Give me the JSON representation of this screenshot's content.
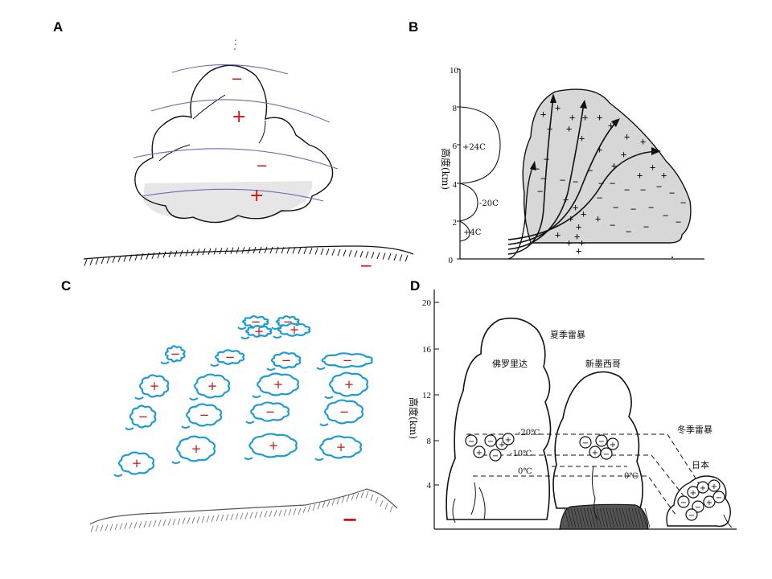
{
  "panels": {
    "a": {
      "label": "A",
      "charges": [
        "−",
        "+",
        "−",
        "+"
      ],
      "ground_charge": "−"
    },
    "b": {
      "label": "B",
      "y_axis_label": "高度(km)",
      "y_ticks": [
        "0",
        "2",
        "4",
        "6",
        "8",
        "10"
      ],
      "temps": [
        "+24C",
        "-20C",
        "+4C"
      ]
    },
    "c": {
      "label": "C",
      "ground_charge": "−"
    },
    "d": {
      "label": "D",
      "y_axis_label": "高度(km)",
      "y_ticks": [
        "4",
        "8",
        "12",
        "16",
        "20"
      ],
      "summer_label": "夏季雷暴",
      "winter_label": "冬季雷暴",
      "florida_label": "佛罗里达",
      "new_mexico_label": "新墨西哥",
      "japan_label": "日本",
      "isotherms": [
        "-20℃",
        "-10℃",
        "0℃",
        "0℃"
      ]
    }
  },
  "colors": {
    "charge_red": "#cc1111",
    "isoline_blue": "#6b6bb8",
    "cloud_blue": "#1e9bd7"
  }
}
